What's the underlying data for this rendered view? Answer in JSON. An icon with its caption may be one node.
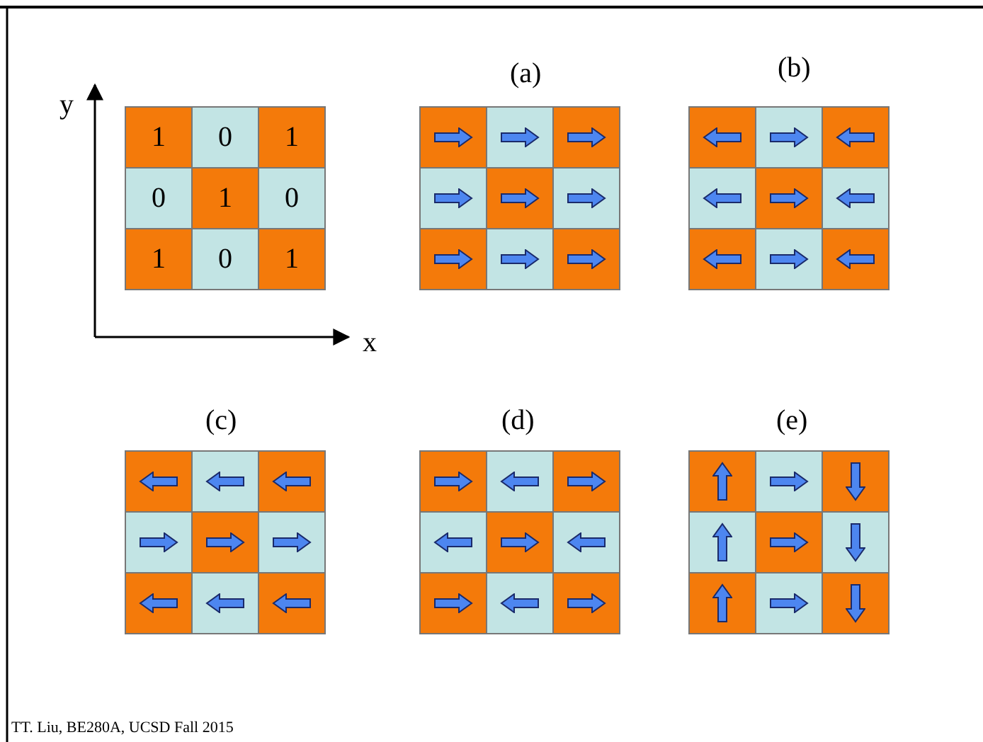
{
  "diagram": {
    "labels": [
      "(a)",
      "(b)",
      "y",
      "1",
      "0",
      "1",
      "0",
      "1",
      "0",
      "1",
      "0",
      "1",
      "x",
      "(c)",
      "(d)",
      "(e)",
      "TT. Liu, BE280A, UCSD Fall 2015"
    ]
  }
}
